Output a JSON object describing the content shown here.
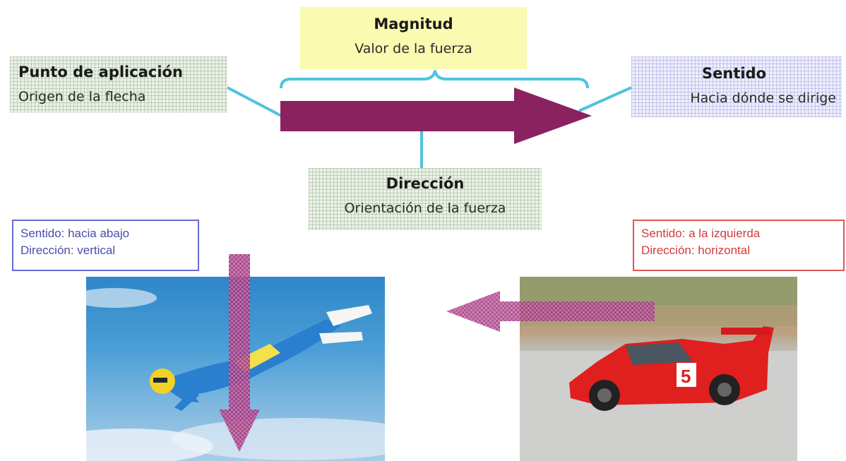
{
  "magnitud": {
    "title": "Magnitud",
    "subtitle": "Valor de la fuerza"
  },
  "punto": {
    "title": "Punto de aplicación",
    "subtitle": "Origen de la flecha"
  },
  "sentido": {
    "title": "Sentido",
    "subtitle": "Hacia dónde se dirige"
  },
  "direccion": {
    "title": "Dirección",
    "subtitle": "Orientación de la fuerza"
  },
  "example_left": {
    "line1": "Sentido: hacia abajo",
    "line2": "Dirección: vertical"
  },
  "example_right": {
    "line1": "Sentido: a la izquierda",
    "line2": "Dirección: horizontal"
  },
  "car_number": "5",
  "colors": {
    "main_arrow": "#8a2260",
    "connector": "#4fc3dd",
    "left_frame": "#6a6ad0",
    "right_frame": "#e05656",
    "magnitud_bg": "#fafab0"
  }
}
